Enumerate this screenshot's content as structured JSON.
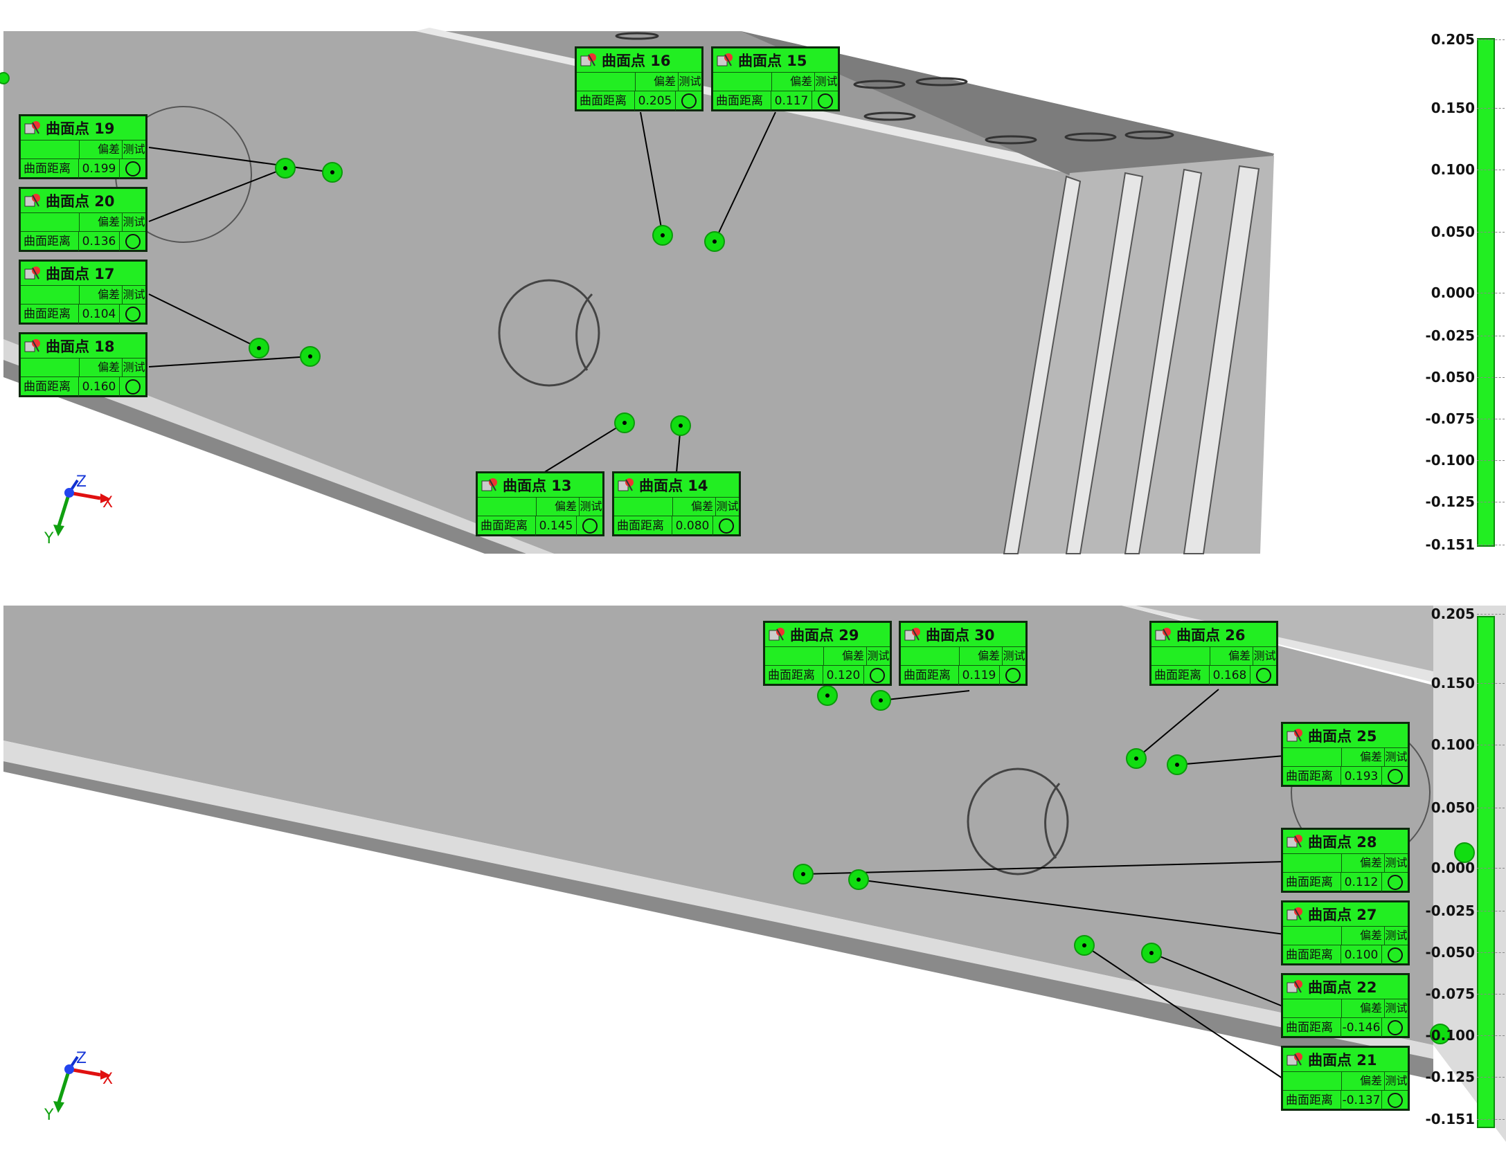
{
  "views": [
    {
      "scale": {
        "ticks": [
          "0.205",
          "0.150",
          "0.100",
          "0.050",
          "0.000",
          "-0.025",
          "-0.050",
          "-0.075",
          "-0.100",
          "-0.125",
          "-0.151"
        ],
        "color": "#22ee22"
      },
      "axis": {
        "x": "X",
        "y": "Y",
        "z": "Z"
      },
      "callouts": [
        {
          "title": "曲面点 19",
          "deviation_header": "偏差",
          "test_header": "测试",
          "row_label": "曲面距离",
          "value": "0.199"
        },
        {
          "title": "曲面点 20",
          "deviation_header": "偏差",
          "test_header": "测试",
          "row_label": "曲面距离",
          "value": "0.136"
        },
        {
          "title": "曲面点 17",
          "deviation_header": "偏差",
          "test_header": "测试",
          "row_label": "曲面距离",
          "value": "0.104"
        },
        {
          "title": "曲面点 18",
          "deviation_header": "偏差",
          "test_header": "测试",
          "row_label": "曲面距离",
          "value": "0.160"
        },
        {
          "title": "曲面点 16",
          "deviation_header": "偏差",
          "test_header": "测试",
          "row_label": "曲面距离",
          "value": "0.205"
        },
        {
          "title": "曲面点 15",
          "deviation_header": "偏差",
          "test_header": "测试",
          "row_label": "曲面距离",
          "value": "0.117"
        },
        {
          "title": "曲面点 13",
          "deviation_header": "偏差",
          "test_header": "测试",
          "row_label": "曲面距离",
          "value": "0.145"
        },
        {
          "title": "曲面点 14",
          "deviation_header": "偏差",
          "test_header": "测试",
          "row_label": "曲面距离",
          "value": "0.080"
        }
      ]
    },
    {
      "scale": {
        "ticks": [
          "0.205",
          "0.150",
          "0.100",
          "0.050",
          "0.000",
          "-0.025",
          "-0.050",
          "-0.075",
          "-0.100",
          "-0.125",
          "-0.151"
        ],
        "color": "#22ee22"
      },
      "axis": {
        "x": "X",
        "y": "Y",
        "z": "Z"
      },
      "callouts": [
        {
          "title": "曲面点 29",
          "deviation_header": "偏差",
          "test_header": "测试",
          "row_label": "曲面距离",
          "value": "0.120"
        },
        {
          "title": "曲面点 30",
          "deviation_header": "偏差",
          "test_header": "测试",
          "row_label": "曲面距离",
          "value": "0.119"
        },
        {
          "title": "曲面点 26",
          "deviation_header": "偏差",
          "test_header": "测试",
          "row_label": "曲面距离",
          "value": "0.168"
        },
        {
          "title": "曲面点 25",
          "deviation_header": "偏差",
          "test_header": "测试",
          "row_label": "曲面距离",
          "value": "0.193"
        },
        {
          "title": "曲面点 28",
          "deviation_header": "偏差",
          "test_header": "测试",
          "row_label": "曲面距离",
          "value": "0.112"
        },
        {
          "title": "曲面点 27",
          "deviation_header": "偏差",
          "test_header": "测试",
          "row_label": "曲面距离",
          "value": "0.100"
        },
        {
          "title": "曲面点 22",
          "deviation_header": "偏差",
          "test_header": "测试",
          "row_label": "曲面距离",
          "value": "-0.146"
        },
        {
          "title": "曲面点 21",
          "deviation_header": "偏差",
          "test_header": "测试",
          "row_label": "曲面距离",
          "value": "-0.137"
        }
      ]
    }
  ]
}
